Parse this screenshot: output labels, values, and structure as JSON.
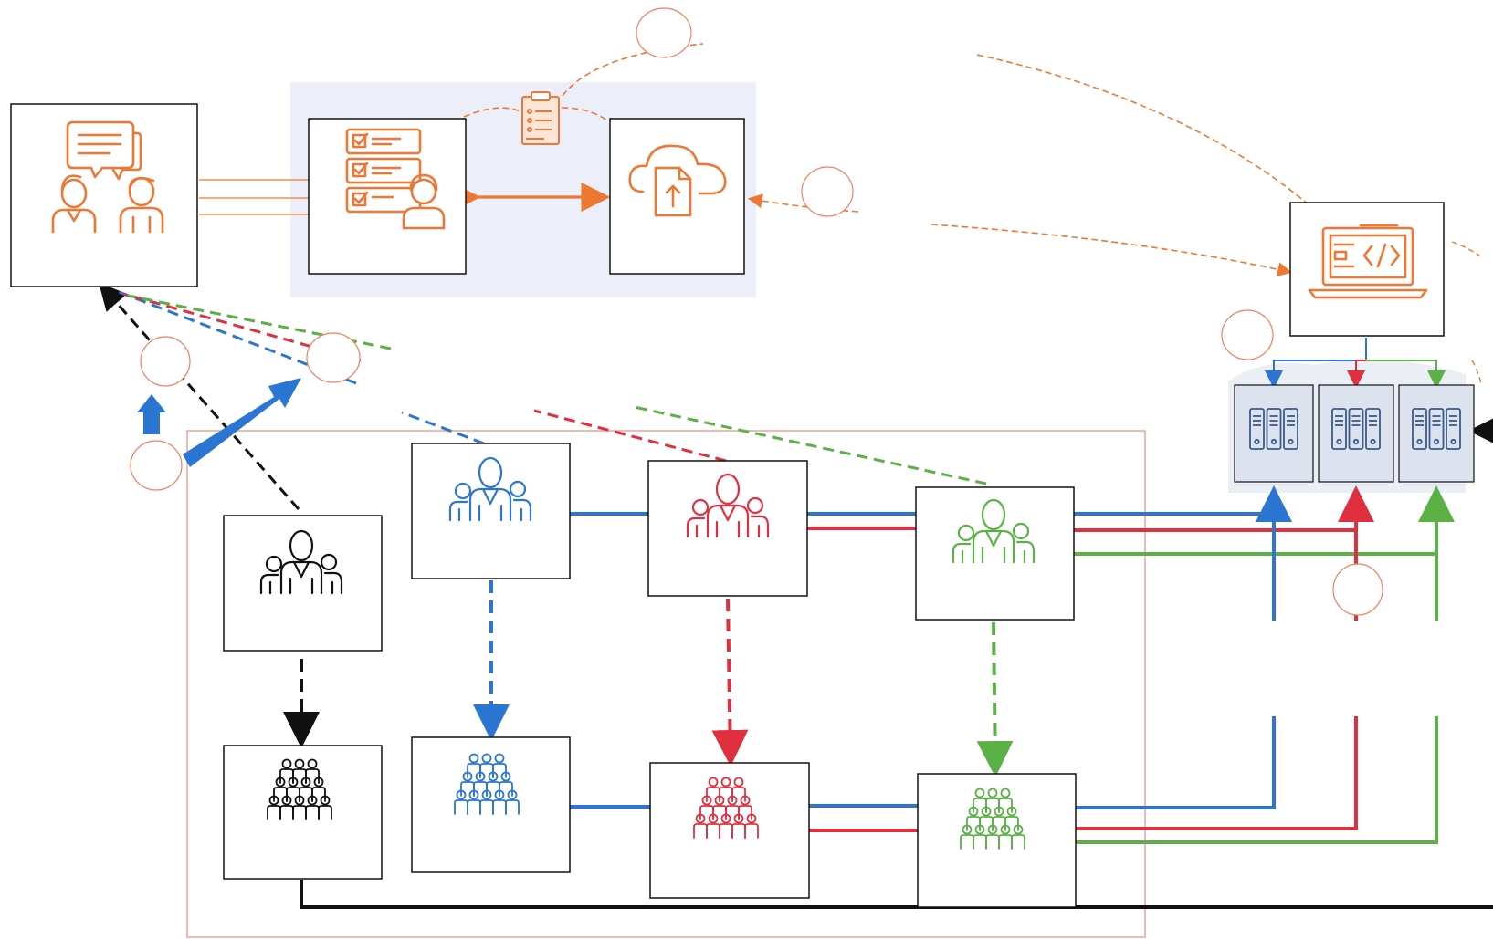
{
  "diagram": {
    "palette": {
      "orange": "#ee7733",
      "blue": "#2a76d2",
      "red": "#e03040",
      "green": "#5bb046",
      "black": "#111111",
      "panel": "#eceef9",
      "frame": "#f09a92",
      "server_bg": "#dde3ee",
      "server_stroke": "#3a5a8c"
    },
    "nodes": [
      {
        "id": "customer-support",
        "icon": "chat-people-icon",
        "color": "orange"
      },
      {
        "id": "support-agent",
        "icon": "agent-checklist-icon",
        "color": "orange"
      },
      {
        "id": "clipboard",
        "icon": "clipboard-icon",
        "color": "orange"
      },
      {
        "id": "cloud-upload",
        "icon": "cloud-upload-icon",
        "color": "orange"
      },
      {
        "id": "developer-laptop",
        "icon": "laptop-code-icon",
        "color": "orange"
      },
      {
        "id": "server-blue",
        "icon": "server-rack-icon",
        "color": "blue"
      },
      {
        "id": "server-red",
        "icon": "server-rack-icon",
        "color": "red"
      },
      {
        "id": "server-green",
        "icon": "server-rack-icon",
        "color": "green"
      },
      {
        "id": "team-lead-black",
        "icon": "team-icon",
        "color": "black"
      },
      {
        "id": "team-lead-blue",
        "icon": "team-icon",
        "color": "blue"
      },
      {
        "id": "team-lead-red",
        "icon": "team-icon",
        "color": "red"
      },
      {
        "id": "team-lead-green",
        "icon": "team-icon",
        "color": "green"
      },
      {
        "id": "team-black",
        "icon": "crowd-icon",
        "color": "black"
      },
      {
        "id": "team-blue",
        "icon": "crowd-icon",
        "color": "blue"
      },
      {
        "id": "team-red",
        "icon": "crowd-icon",
        "color": "red"
      },
      {
        "id": "team-green",
        "icon": "crowd-icon",
        "color": "green"
      }
    ],
    "empty_step_markers": 8
  }
}
